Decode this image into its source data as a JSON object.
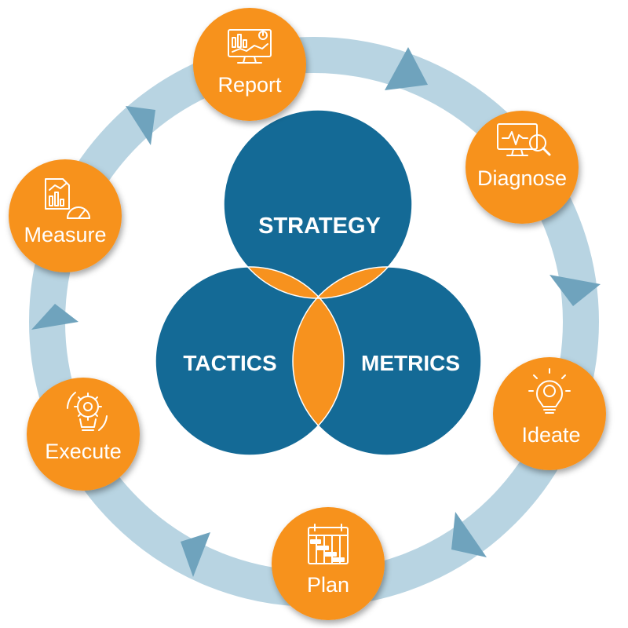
{
  "venn": {
    "top": "STRATEGY",
    "left": "TACTICS",
    "right": "METRICS"
  },
  "cycle": {
    "report": "Report",
    "diagnose": "Diagnose",
    "ideate": "Ideate",
    "plan": "Plan",
    "execute": "Execute",
    "measure": "Measure"
  },
  "icons": {
    "report": "report-dashboard-icon",
    "diagnose": "diagnose-monitor-magnifier-icon",
    "ideate": "ideate-lightbulb-icon",
    "plan": "plan-calendar-gantt-icon",
    "execute": "execute-gears-bulb-icon",
    "measure": "measure-gauge-chart-icon"
  },
  "colors": {
    "venn_blue": "#146a96",
    "overlap_orange": "#f7921e",
    "center": "#5b8fa8",
    "ring": "#b8d4e2",
    "arrow": "#6fa3bd",
    "node_orange": "#f7921e"
  }
}
